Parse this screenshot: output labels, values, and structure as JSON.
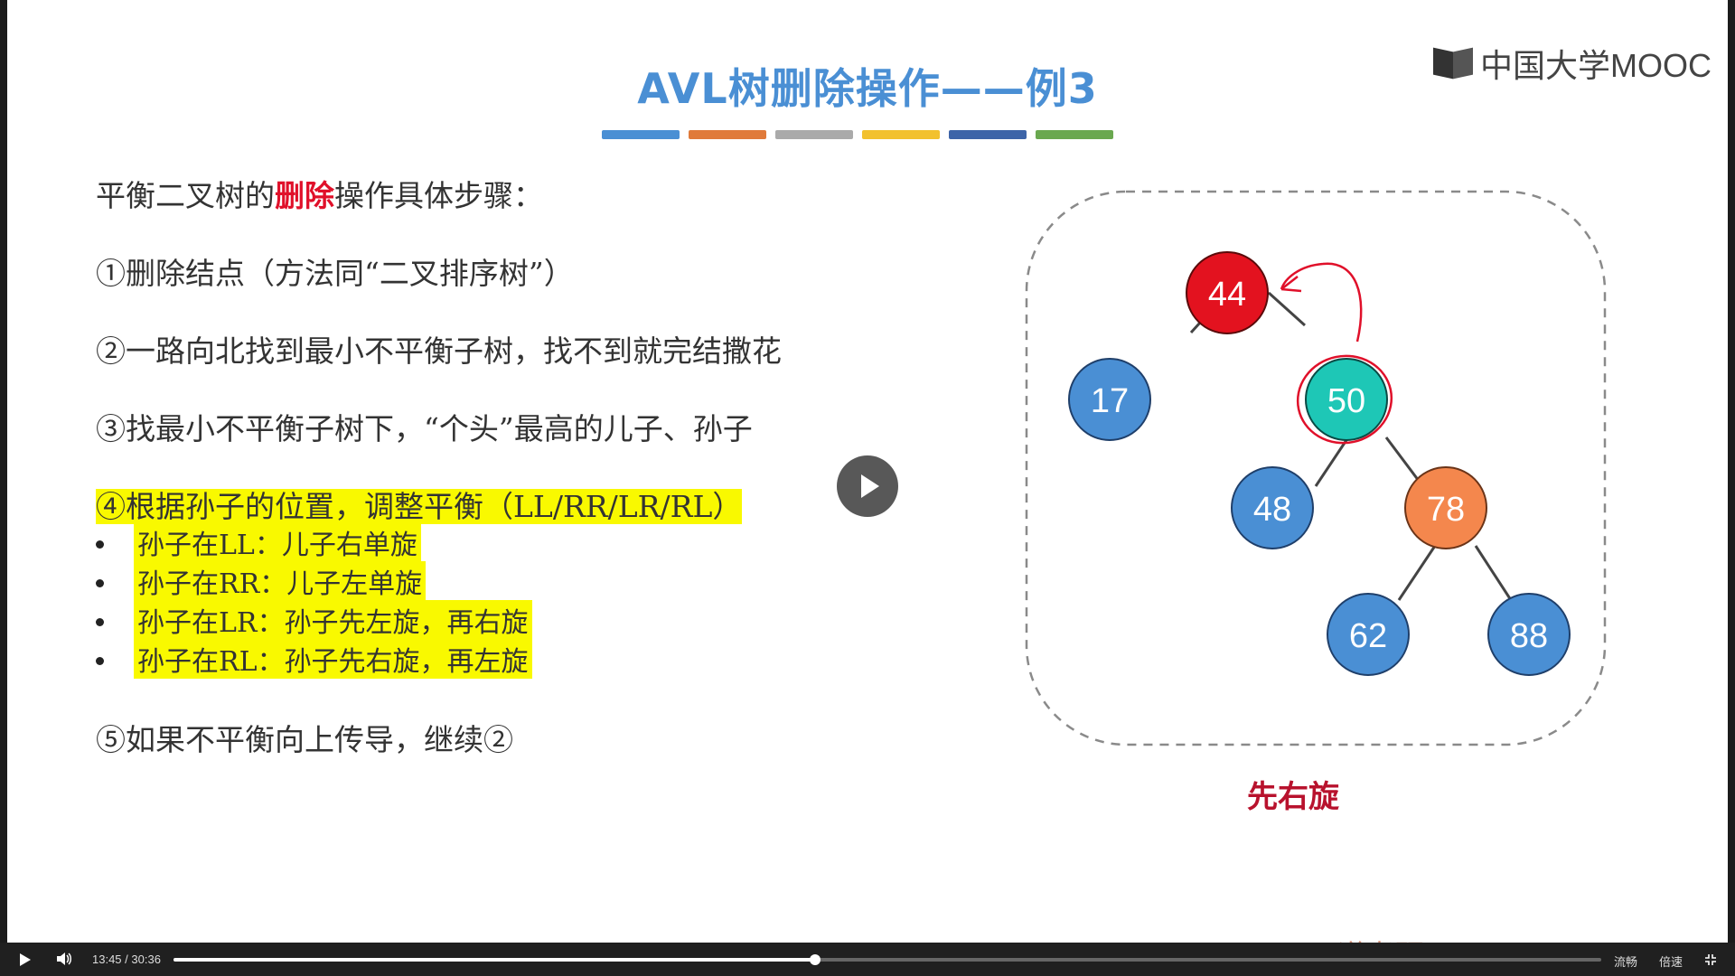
{
  "slide": {
    "title": "AVL树删除操作——例3",
    "logo_text": "中国大学MOOC",
    "title_color": "#4a8fd4",
    "color_bar": [
      "#4a8fd4",
      "#e07a3a",
      "#aaaaaa",
      "#f2c12e",
      "#3d64a8",
      "#6aa84f"
    ],
    "intro_prefix": "平衡二叉树的",
    "intro_highlight": "删除",
    "intro_suffix": "操作具体步骤：",
    "step1": "①删除结点（方法同“二叉排序树”）",
    "step2": "②一路向北找到最小不平衡子树，找不到就完结撒花",
    "step3": "③找最小不平衡子树下，“个头”最高的儿子、孙子",
    "step4": "④根据孙子的位置，调整平衡（LL/RR/LR/RL）",
    "bullets": [
      "孙子在LL：儿子右单旋",
      "孙子在RR：儿子左单旋",
      "孙子在LR：孙子先左旋，再右旋",
      "孙子在RL：孙子先右旋，再左旋"
    ],
    "step5": "⑤如果不平衡向上传导，继续②",
    "tree_nodes": [
      {
        "id": "44",
        "color": "#e3121f"
      },
      {
        "id": "17",
        "color": "#4a8fd4"
      },
      {
        "id": "50",
        "color": "#1ec7b6"
      },
      {
        "id": "48",
        "color": "#4a8fd4"
      },
      {
        "id": "78",
        "color": "#f4874d"
      },
      {
        "id": "62",
        "color": "#4a8fd4"
      },
      {
        "id": "88",
        "color": "#4a8fd4"
      }
    ],
    "caption": "先右旋",
    "watermark": "王道考研/CSKAOYAN.COM"
  },
  "player": {
    "current_time": "13:45",
    "separator": "/",
    "duration": "30:36",
    "progress": 0.4494,
    "quality_label": "流畅",
    "speed_label": "倍速"
  }
}
